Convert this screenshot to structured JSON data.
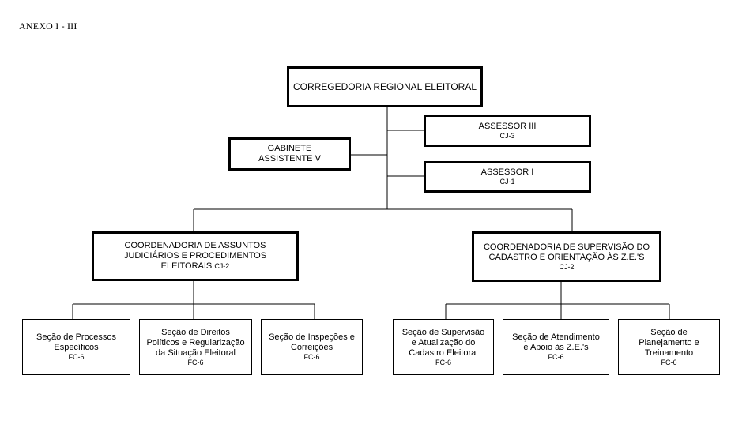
{
  "header": {
    "title": "ANEXO I - III"
  },
  "org": {
    "corregedoria": {
      "name": "CORREGEDORIA REGIONAL ELEITORAL"
    },
    "assessor3": {
      "name": "ASSESSOR III",
      "code": "CJ-3"
    },
    "gabinete": {
      "name": "GABINETE\nASSISTENTE V"
    },
    "assessor1": {
      "name": "ASSESSOR I",
      "code": "CJ-1"
    },
    "coord_juridica": {
      "name": "COORDENADORIA DE ASSUNTOS\nJUDICIÁRIOS E PROCEDIMENTOS\nELEITORAIS",
      "code": "CJ-2"
    },
    "coord_cadastro": {
      "name": "COORDENADORIA DE SUPERVISÃO DO\nCADASTRO E ORIENTAÇÃO ÀS Z.E.'S",
      "code": "CJ-2"
    },
    "secao_processos": {
      "name": "Seção de Processos\nEspecíficos",
      "code": "FC-6"
    },
    "secao_direitos": {
      "name": "Seção de Direitos\nPolíticos e Regularização\nda Situação Eleitoral",
      "code": "FC-6"
    },
    "secao_inspecoes": {
      "name": "Seção de Inspeções e\nCorreições",
      "code": "FC-6"
    },
    "secao_supervisao": {
      "name": "Seção de Supervisão\ne Atualização do\nCadastro Eleitoral",
      "code": "FC-6"
    },
    "secao_atendimento": {
      "name": "Seção de Atendimento\ne Apoio às Z.E.'s",
      "code": "FC-6"
    },
    "secao_planejamento": {
      "name": "Seção de\nPlanejamento e\nTreinamento",
      "code": "FC-6"
    }
  }
}
